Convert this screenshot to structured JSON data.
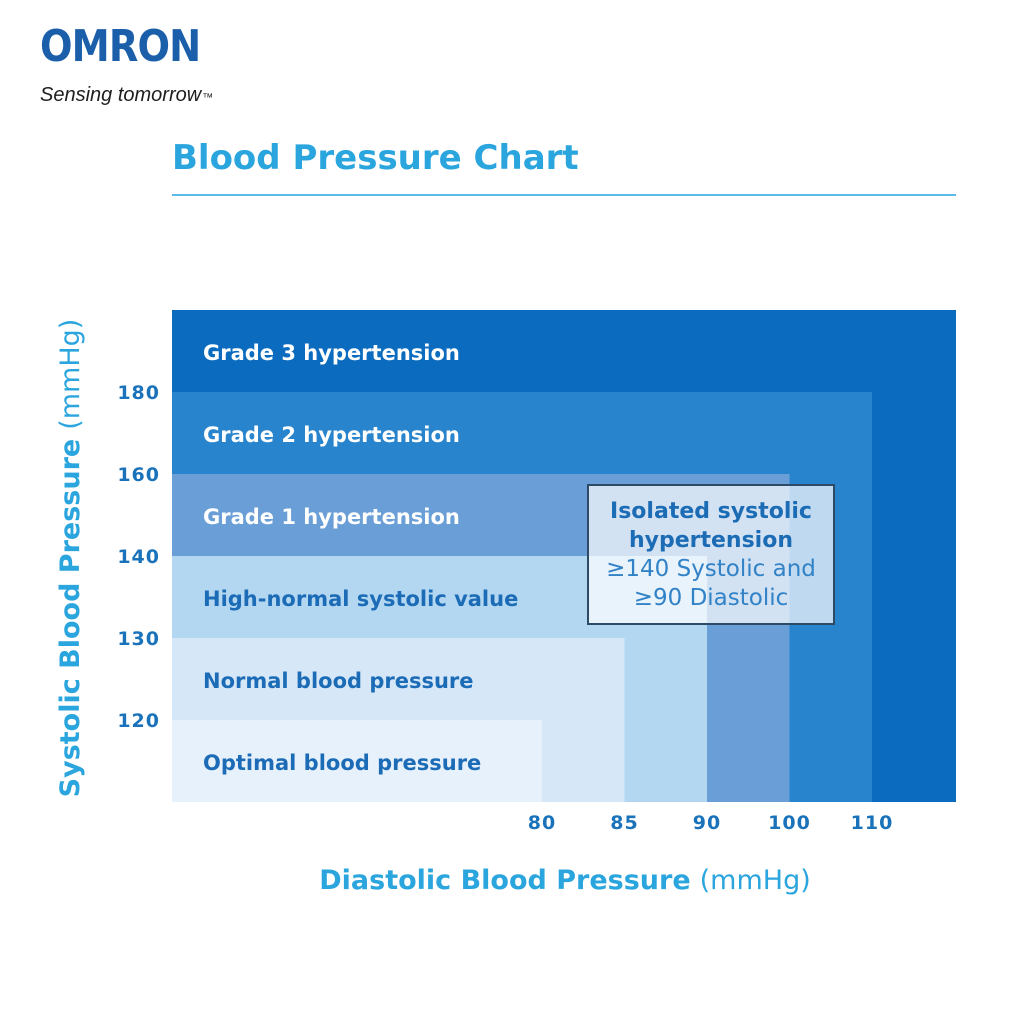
{
  "brand": {
    "logo": "OMRON",
    "tagline": "Sensing tomorrow",
    "tagline_mark": "™"
  },
  "colors": {
    "brand_blue": "#1b5faa",
    "accent": "#2aa5dd",
    "tick": "#1a73ba",
    "callout_border": "#2d4a66"
  },
  "chart_data": {
    "type": "area",
    "title": "Blood Pressure Chart",
    "ylabel": "Systolic Blood Pressure",
    "ylabel_unit": "(mmHg)",
    "xlabel": "Diastolic Blood Pressure",
    "xlabel_unit": "(mmHg)",
    "y_ticks": [
      120,
      130,
      140,
      160,
      180
    ],
    "x_ticks": [
      80,
      85,
      90,
      100,
      110
    ],
    "grid": false,
    "zones": [
      {
        "name": "Grade 3 hypertension",
        "systolic_upper": null,
        "diastolic_upper": null,
        "color": "#0b6cbf",
        "label_color": "#ffffff"
      },
      {
        "name": "Grade 2 hypertension",
        "systolic_upper": 180,
        "diastolic_upper": 110,
        "color": "#2884cc",
        "label_color": "#ffffff"
      },
      {
        "name": "Grade 1 hypertension",
        "systolic_upper": 160,
        "diastolic_upper": 100,
        "color": "#6a9ed6",
        "label_color": "#ffffff"
      },
      {
        "name": "High-normal systolic value",
        "systolic_upper": 140,
        "diastolic_upper": 90,
        "color": "#b3d7f1",
        "label_color": "#1c6bb6"
      },
      {
        "name": "Normal blood pressure",
        "systolic_upper": 130,
        "diastolic_upper": 85,
        "color": "#d6e8f8",
        "label_color": "#1c6bb6"
      },
      {
        "name": "Optimal blood pressure",
        "systolic_upper": 120,
        "diastolic_upper": 80,
        "color": "#e7f1fb",
        "label_color": "#1c6bb6"
      }
    ],
    "annotation": {
      "title_lines": [
        "Isolated systolic",
        "hypertension"
      ],
      "detail_lines": [
        "≥140 Systolic and",
        "≥90 Diastolic"
      ]
    }
  }
}
